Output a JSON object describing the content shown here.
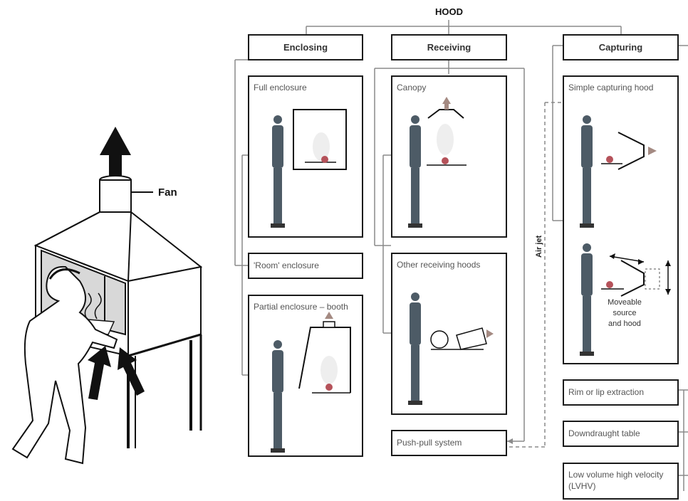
{
  "title": "HOOD",
  "fan_label": "Fan",
  "air_jet_label": "Air jet",
  "categories": {
    "enclosing": "Enclosing",
    "receiving": "Receiving",
    "capturing": "Capturing"
  },
  "enclosing": {
    "full": "Full enclosure",
    "room": "'Room' enclosure",
    "partial": "Partial enclosure – booth"
  },
  "receiving": {
    "canopy": "Canopy",
    "other": "Other receiving hoods",
    "pushpull": "Push-pull system"
  },
  "capturing": {
    "simple": "Simple capturing hood",
    "moveable_note_1": "Moveable",
    "moveable_note_2": "source",
    "moveable_note_3": "and hood",
    "rim": "Rim or lip extraction",
    "downdraught": "Downdraught table",
    "lvhv_1": "Low volume high velocity",
    "lvhv_2": "(LVHV)"
  },
  "colors": {
    "line": "#1a1a1a",
    "connector": "#8a8a8a",
    "source": "#b5525a",
    "flow_arrow": "#a48a82",
    "worker": "#4d5b66"
  }
}
